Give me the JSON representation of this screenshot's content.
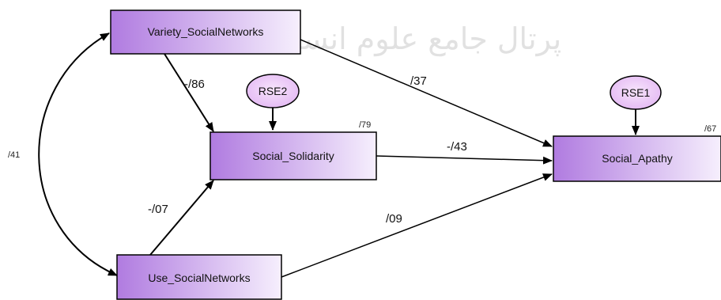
{
  "watermark": "پرتال جامع علوم انسانی",
  "nodes": {
    "variety": "Variety_SocialNetworks",
    "use": "Use_SocialNetworks",
    "solidarity": "Social_Solidarity",
    "apathy": "Social_Apathy"
  },
  "errors": {
    "rse2": "RSE2",
    "rse1": "RSE1"
  },
  "r_squared": {
    "solidarity": "/79",
    "apathy": "/67"
  },
  "paths": {
    "variety_to_solidarity": "-/86",
    "variety_to_apathy": "/37",
    "solidarity_to_apathy": "-/43",
    "use_to_solidarity": "-/07",
    "use_to_apathy": "/09"
  },
  "covariance": {
    "variety_use": "/41"
  },
  "colors": {
    "box_dark": "#b07be0",
    "box_light": "#f6effd",
    "error_fill": "#eecdf8",
    "stroke": "#000000"
  }
}
